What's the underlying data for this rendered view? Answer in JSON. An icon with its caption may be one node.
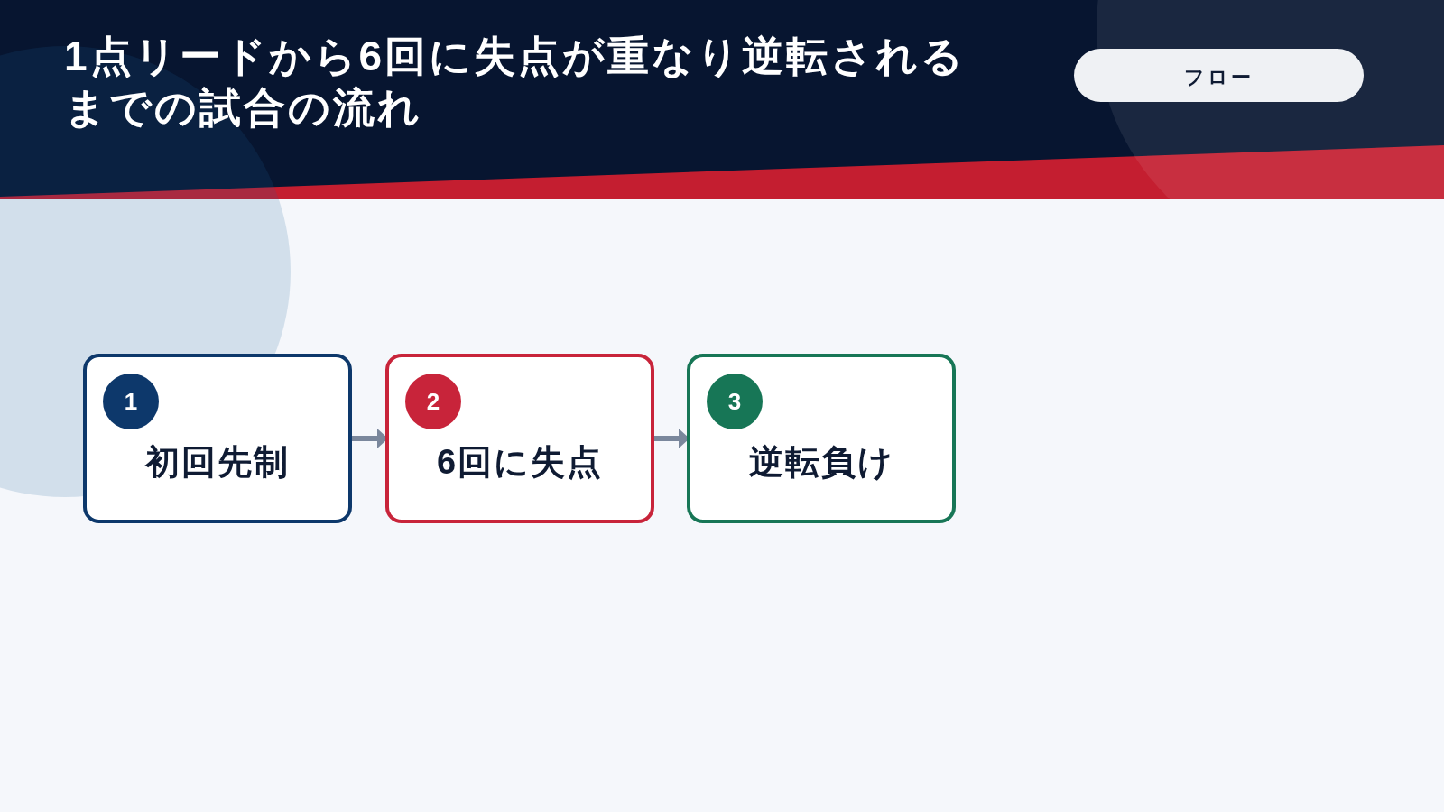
{
  "diagram": {
    "title": "1点リードから6回に失点が重なり逆転されるまでの試合の流れ",
    "nodes": [
      {
        "text": [
          "1",
          "初回先制"
        ]
      },
      {
        "text": [
          "2",
          "6回に失点"
        ]
      },
      {
        "text": [
          "3",
          "逆転負け"
        ]
      }
    ],
    "edges": [
      {
        "from": 0,
        "to": 1,
        "arrow": "to"
      },
      {
        "from": 1,
        "to": 2,
        "arrow": "to"
      }
    ],
    "labels": [
      "フロー"
    ]
  }
}
